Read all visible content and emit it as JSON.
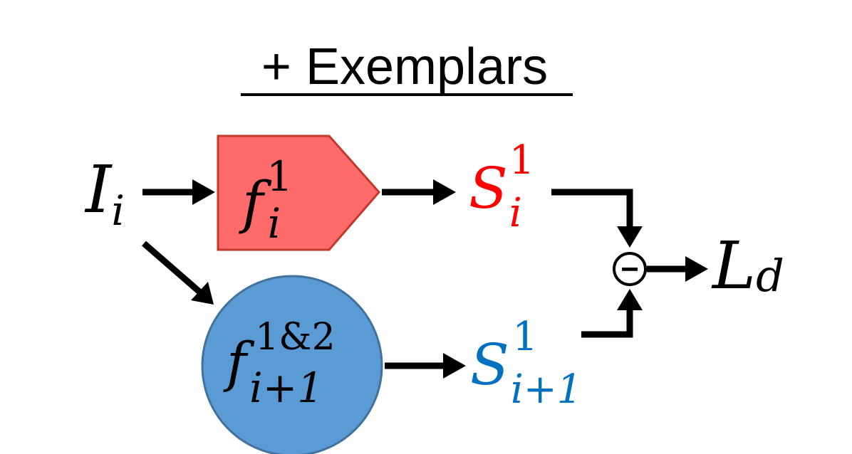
{
  "title": "+ Exemplars",
  "nodes": {
    "input": {
      "base": "I",
      "sub": "i"
    },
    "f_old": {
      "base": "f",
      "sub": "i",
      "sup": "1"
    },
    "f_new": {
      "base": "f",
      "sub": "i+1",
      "sup": "1&2"
    },
    "s_old": {
      "base": "S",
      "sub": "i",
      "sup": "1"
    },
    "s_new": {
      "base": "S",
      "sub": "i+1",
      "sup": "1"
    },
    "op": {
      "symbol": "−"
    },
    "loss": {
      "base": "L",
      "sub": "d"
    }
  },
  "colors": {
    "f_old_fill": "#ff6b6b",
    "f_old_stroke": "#c0392b",
    "f_new_fill": "#5b9bd5",
    "f_new_stroke": "#41719c",
    "s_old_text": "#ff0000",
    "s_new_text": "#0070c0",
    "arrow": "#000000"
  }
}
